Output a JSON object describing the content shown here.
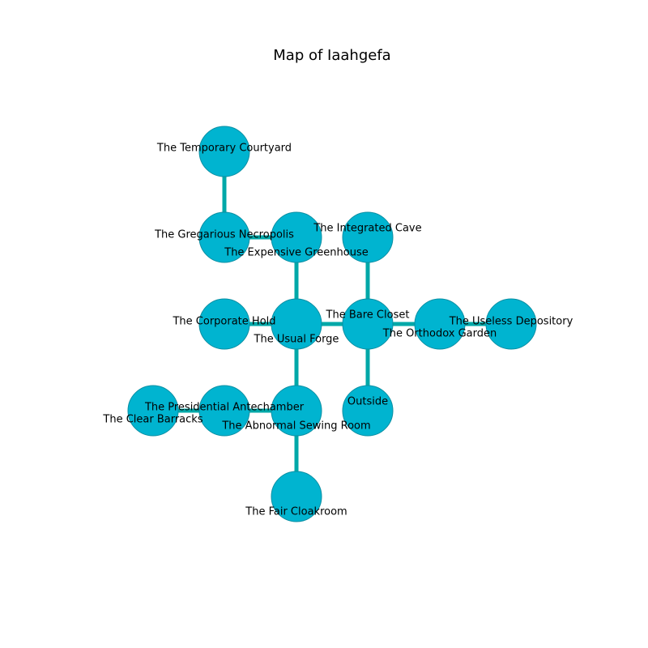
{
  "title": "Map of Iaahgefa",
  "colors": {
    "node_fill": "#00b4d0",
    "node_stroke": "#0a8fa3",
    "edge": "#00a8a8"
  },
  "rooms": [
    {
      "id": "temporary-courtyard",
      "name": "The Temporary Courtyard"
    },
    {
      "id": "gregarious-necropolis",
      "name": "The Gregarious Necropolis"
    },
    {
      "id": "expensive-greenhouse",
      "name": "The Expensive Greenhouse"
    },
    {
      "id": "integrated-cave",
      "name": "The Integrated Cave"
    },
    {
      "id": "corporate-hold",
      "name": "The Corporate Hold"
    },
    {
      "id": "usual-forge",
      "name": "The Usual Forge"
    },
    {
      "id": "bare-closet",
      "name": "The Bare Closet"
    },
    {
      "id": "orthodox-garden",
      "name": "The Orthodox Garden"
    },
    {
      "id": "useless-depository",
      "name": "The Useless Depository"
    },
    {
      "id": "clear-barracks",
      "name": "The Clear Barracks"
    },
    {
      "id": "presidential-antechamber",
      "name": "The Presidential Antechamber"
    },
    {
      "id": "abnormal-sewing-room",
      "name": "The Abnormal Sewing Room"
    },
    {
      "id": "outside",
      "name": "Outside"
    },
    {
      "id": "fair-cloakroom",
      "name": "The Fair Cloakroom"
    }
  ],
  "connections": [
    [
      "temporary-courtyard",
      "gregarious-necropolis"
    ],
    [
      "gregarious-necropolis",
      "expensive-greenhouse"
    ],
    [
      "expensive-greenhouse",
      "usual-forge"
    ],
    [
      "integrated-cave",
      "bare-closet"
    ],
    [
      "corporate-hold",
      "usual-forge"
    ],
    [
      "usual-forge",
      "bare-closet"
    ],
    [
      "bare-closet",
      "orthodox-garden"
    ],
    [
      "orthodox-garden",
      "useless-depository"
    ],
    [
      "usual-forge",
      "abnormal-sewing-room"
    ],
    [
      "bare-closet",
      "outside"
    ],
    [
      "clear-barracks",
      "presidential-antechamber"
    ],
    [
      "presidential-antechamber",
      "abnormal-sewing-room"
    ],
    [
      "abnormal-sewing-room",
      "fair-cloakroom"
    ]
  ]
}
